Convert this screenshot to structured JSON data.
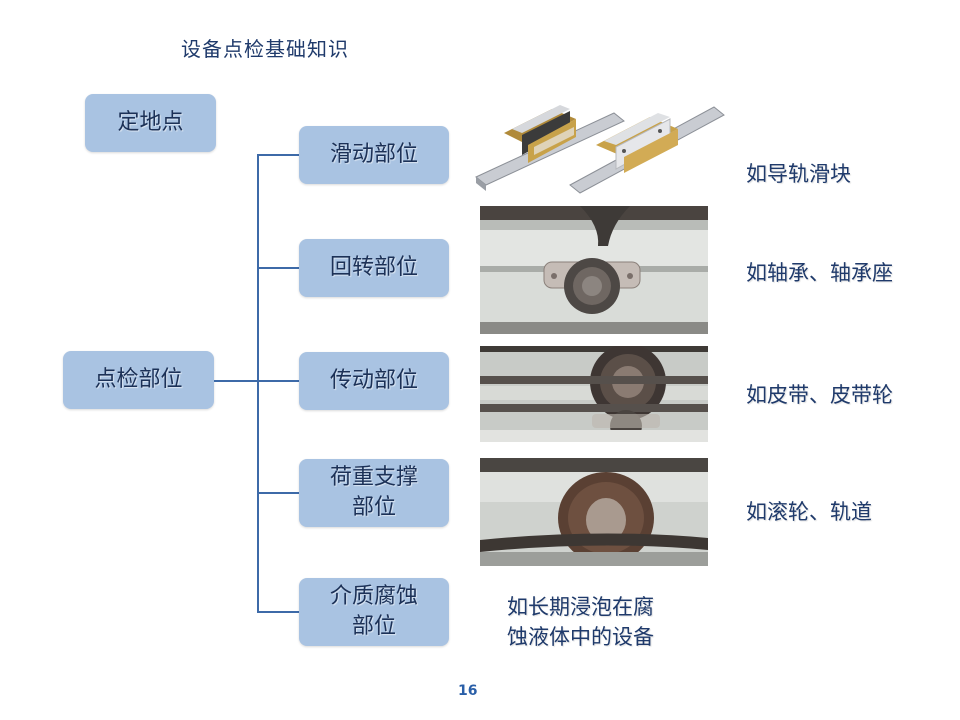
{
  "slide": {
    "title": "设备点检基础知识",
    "page_number": "16"
  },
  "boxes": {
    "fixed_location": "定地点",
    "inspection_parts": "点检部位"
  },
  "branches": [
    {
      "lines": [
        "滑动部位"
      ],
      "caption": "如导轨滑块",
      "image": "linear-guide-slider-photo"
    },
    {
      "lines": [
        "回转部位"
      ],
      "caption": "如轴承、轴承座",
      "image": "bearing-housing-photo"
    },
    {
      "lines": [
        "传动部位"
      ],
      "caption": "如皮带、皮带轮",
      "image": "belt-pulley-photo"
    },
    {
      "lines": [
        "荷重支撑",
        "部位"
      ],
      "caption": "如滚轮、轨道",
      "image": "roller-track-photo"
    },
    {
      "lines": [
        "介质腐蚀",
        "部位"
      ],
      "caption_lines": [
        "如长期浸泡在腐",
        "蚀液体中的设备"
      ]
    }
  ],
  "colors": {
    "box_fill": "#a9c3e2",
    "box_text": "#1c3157",
    "connector_line": "#3d6aa8",
    "title_text": "#1f3a6b",
    "page_number": "#2a5fa8"
  }
}
